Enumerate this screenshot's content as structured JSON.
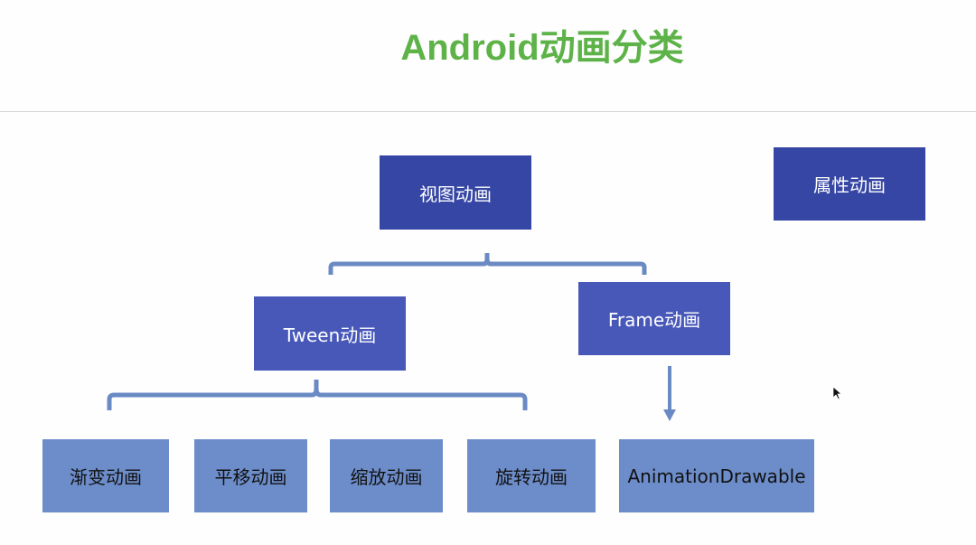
{
  "title": "Android动画分类",
  "nodes": {
    "view": "视图动画",
    "property": "属性动画",
    "tween": "Tween动画",
    "frame": "Frame动画",
    "alpha": "渐变动画",
    "translate": "平移动画",
    "scale": "缩放动画",
    "rotate": "旋转动画",
    "drawable": "AnimationDrawable"
  },
  "colors": {
    "title": "#5db348",
    "dark": "#3646a4",
    "mid": "#4858b9",
    "light": "#6d8dca",
    "connector": "#6a8ac4"
  }
}
